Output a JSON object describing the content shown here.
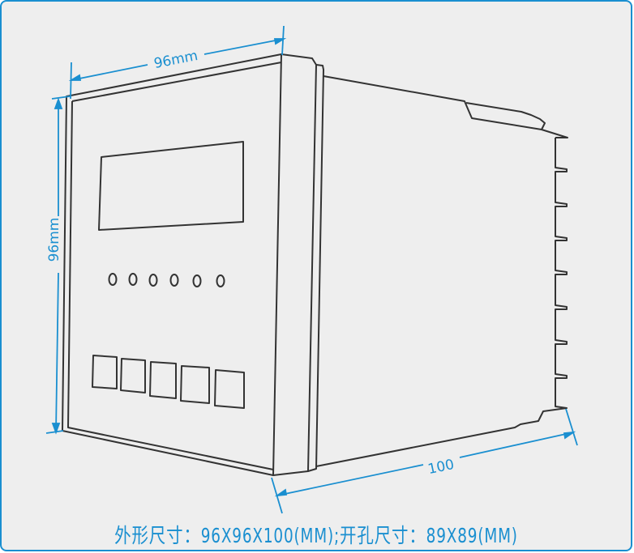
{
  "dimensions": {
    "width_label": "96mm",
    "height_label": "96mm",
    "depth_label": "100"
  },
  "caption": "外形尺寸：96X96X100(MM);开孔尺寸：89X89(MM)",
  "colors": {
    "accent": "#1a8fd0",
    "line": "#333333",
    "background": "#eeeeee"
  }
}
